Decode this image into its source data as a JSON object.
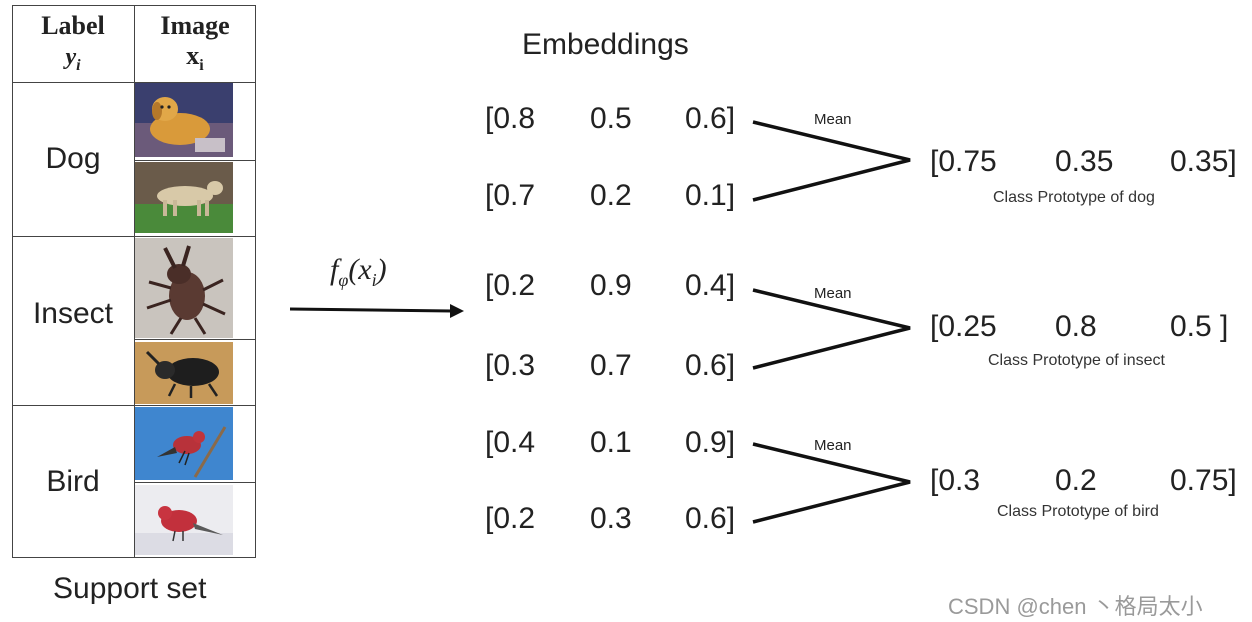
{
  "table": {
    "header_label_word": "Label",
    "header_label_var": "y",
    "header_label_sub": "i",
    "header_image_word": "Image",
    "header_image_var": "x",
    "header_image_sub": "i",
    "classes": [
      "Dog",
      "Insect",
      "Bird"
    ]
  },
  "support_set_caption": "Support set",
  "embeddings_title": "Embeddings",
  "mapping_label": {
    "f": "f",
    "phi": "φ",
    "arg_open": "(x",
    "arg_sub": "i",
    "arg_close": ")"
  },
  "groups": [
    {
      "vectors": [
        [
          "[0.8",
          "0.5",
          "0.6]"
        ],
        [
          "[0.7",
          "0.2",
          "0.1]"
        ]
      ],
      "mean_label": "Mean",
      "prototype": [
        "[0.75",
        "0.35",
        "0.35]"
      ],
      "prototype_caption": "Class Prototype of dog"
    },
    {
      "vectors": [
        [
          "[0.2",
          "0.9",
          "0.4]"
        ],
        [
          "[0.3",
          "0.7",
          "0.6]"
        ]
      ],
      "mean_label": "Mean",
      "prototype": [
        "[0.25",
        "0.8",
        "0.5 ]"
      ],
      "prototype_caption": "Class Prototype of insect"
    },
    {
      "vectors": [
        [
          "[0.4",
          "0.1",
          "0.9]"
        ],
        [
          "[0.2",
          "0.3",
          "0.6]"
        ]
      ],
      "mean_label": "Mean",
      "prototype": [
        "[0.3",
        "0.2",
        "0.75]"
      ],
      "prototype_caption": "Class Prototype of bird"
    }
  ],
  "watermark": "CSDN @chen 丶格局太小",
  "icons": {
    "photos": [
      "dog-photo-icon",
      "dog-photo-icon",
      "beetle-photo-icon",
      "beetle-photo-icon",
      "bird-photo-icon",
      "bird-photo-icon"
    ]
  },
  "colors": {
    "ink": "#222222",
    "grid": "#444444",
    "watermark": "#9a9a9a"
  }
}
